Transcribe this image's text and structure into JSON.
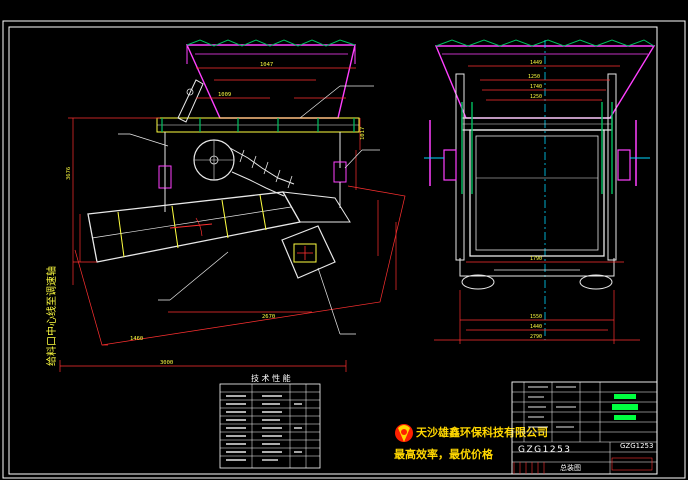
{
  "colors": {
    "background": "#000000",
    "frame": "#ffffff",
    "outline": "#e8e8e8",
    "dimension": "#ff3030",
    "hopper": "#ff40ff",
    "centerline": "#00d8ff",
    "rails": "#00c060",
    "yellow": "#ffff40",
    "gold": "#ffd700",
    "logo_red": "#ff2000",
    "green_block": "#00ff40"
  },
  "side_view": {
    "dims": [
      "1047",
      "1009",
      "3676",
      "1017",
      "1460",
      "2670",
      "3000"
    ],
    "vertical_label": "给料口中心线至调速轴"
  },
  "front_view": {
    "dims": [
      "1449",
      "1250",
      "1740",
      "1250",
      "1790",
      "1550",
      "1440",
      "2790"
    ]
  },
  "tech_table": {
    "title": "技 术 性 能",
    "header": [
      "",
      "",
      "",
      ""
    ],
    "rows": [
      [
        "",
        "",
        "",
        ""
      ],
      [
        "",
        "",
        "",
        ""
      ],
      [
        "",
        "",
        "",
        ""
      ],
      [
        "",
        "",
        "",
        ""
      ],
      [
        "",
        "",
        "",
        ""
      ],
      [
        "",
        "",
        "",
        ""
      ],
      [
        "",
        "",
        "",
        ""
      ],
      [
        "",
        "",
        "",
        ""
      ],
      [
        "",
        "",
        "",
        ""
      ]
    ]
  },
  "company": {
    "name": "天沙雄鑫环保科技有限公司",
    "slogan": "最高效率，最优价格"
  },
  "title_block": {
    "drawing_no": "GZG1253",
    "model": "GZG1253",
    "drawing_name": "总装图"
  }
}
